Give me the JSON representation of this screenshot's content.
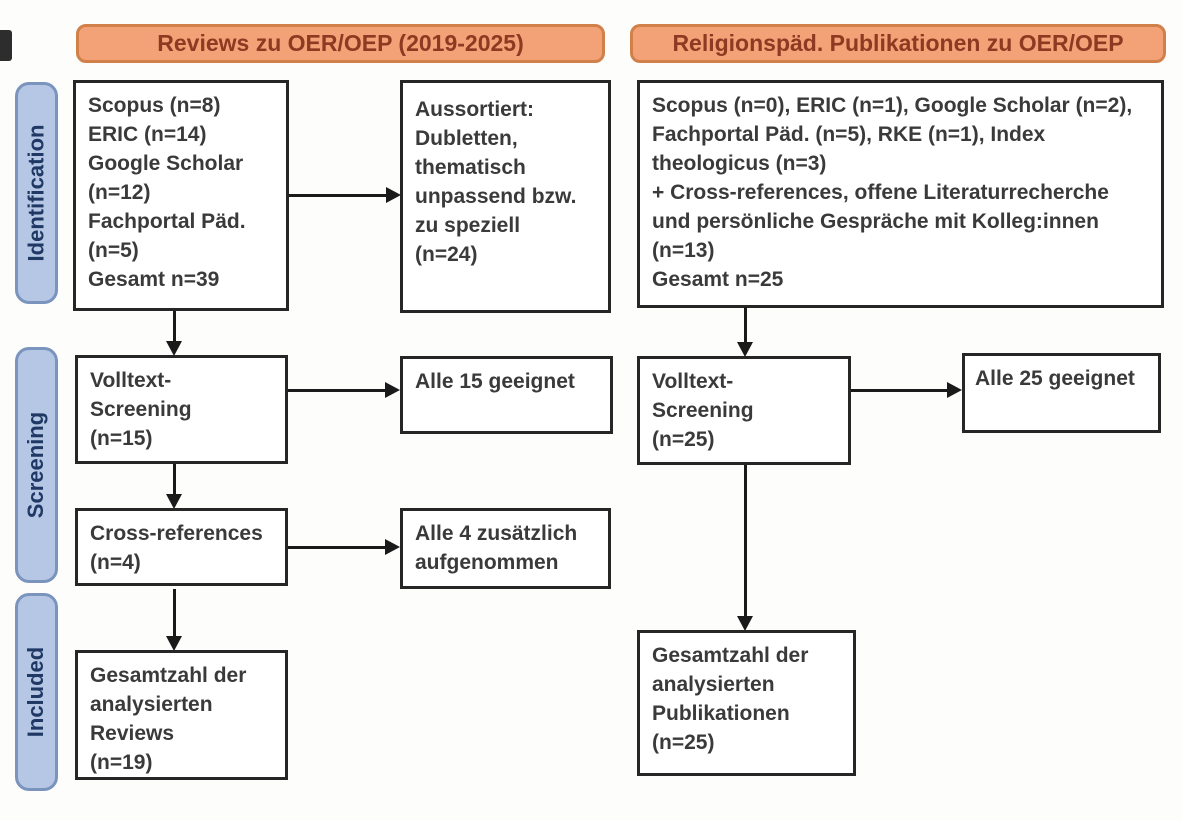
{
  "headers": {
    "left": "Reviews zu OER/OEP (2019-2025)",
    "right": "Religionspäd. Publikationen zu OER/OEP"
  },
  "sidebar": {
    "identification": "Identification",
    "screening": "Screening",
    "included": "Included"
  },
  "flow_left": {
    "sources": "Scopus (n=8)\nERIC (n=14)\nGoogle Scholar\n(n=12)\nFachportal Päd.\n(n=5)\nGesamt n=39",
    "excluded": "Aussortiert:\nDubletten,\nthematisch\nunpassend bzw.\nzu speziell\n(n=24)",
    "fulltext": "Volltext-\nScreening\n(n=15)",
    "fulltext_result": "Alle 15 geeignet",
    "crossref": "Cross-references\n(n=4)",
    "crossref_result": "Alle 4 zusätzlich\naufgenommen",
    "included": "Gesamtzahl der\nanalysierten\nReviews\n(n=19)"
  },
  "flow_right": {
    "sources": "Scopus (n=0), ERIC (n=1), Google Scholar (n=2),\nFachportal Päd. (n=5), RKE (n=1), Index\ntheologicus (n=3)\n+ Cross-references, offene Literaturrecherche\nund persönliche Gespräche mit Kolleg:innen\n(n=13)\nGesamt n=25",
    "fulltext": "Volltext-\nScreening\n(n=25)",
    "fulltext_result": "Alle 25 geeignet",
    "included": "Gesamtzahl der\nanalysierten\nPublikationen\n(n=25)"
  },
  "colors": {
    "header-fill": "#F2A276",
    "header-border": "#D08048",
    "header-text": "#8C3A22",
    "pill-fill": "#B5C7E5",
    "pill-border": "#7B94BE",
    "pill-text": "#1F3864",
    "box-border": "#262626",
    "box-text": "#3A3A3A",
    "arrow": "#1A1A1A"
  }
}
